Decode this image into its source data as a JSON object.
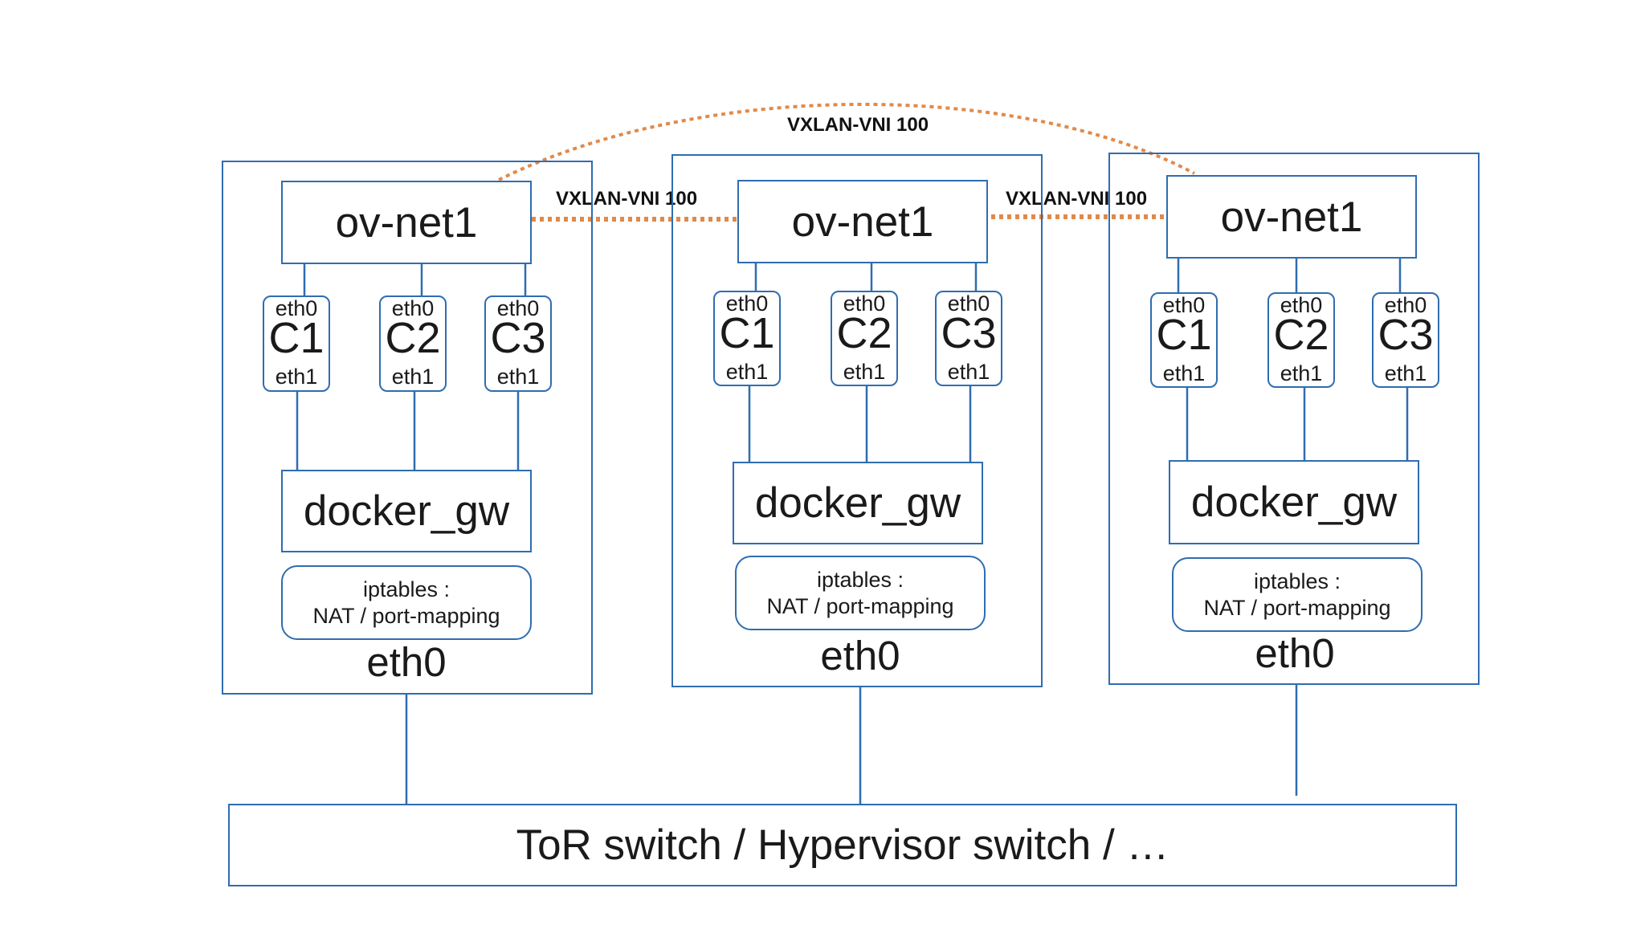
{
  "colors": {
    "line": "#2f6db0",
    "tunnel": "#e08a4a",
    "text": "#1a1a1a"
  },
  "vxlan_labels": {
    "arc": "VXLAN-VNI 100",
    "link_12": "VXLAN-VNI 100",
    "link_23": "VXLAN-VNI 100"
  },
  "hosts": [
    {
      "ovnet": "ov-net1",
      "containers": [
        {
          "name": "C1",
          "eth0": "eth0",
          "eth1": "eth1"
        },
        {
          "name": "C2",
          "eth0": "eth0",
          "eth1": "eth1"
        },
        {
          "name": "C3",
          "eth0": "eth0",
          "eth1": "eth1"
        }
      ],
      "gateway": "docker_gw",
      "iptables_line1": "iptables :",
      "iptables_line2": "NAT / port-mapping",
      "host_eth": "eth0"
    },
    {
      "ovnet": "ov-net1",
      "containers": [
        {
          "name": "C1",
          "eth0": "eth0",
          "eth1": "eth1"
        },
        {
          "name": "C2",
          "eth0": "eth0",
          "eth1": "eth1"
        },
        {
          "name": "C3",
          "eth0": "eth0",
          "eth1": "eth1"
        }
      ],
      "gateway": "docker_gw",
      "iptables_line1": "iptables :",
      "iptables_line2": "NAT / port-mapping",
      "host_eth": "eth0"
    },
    {
      "ovnet": "ov-net1",
      "containers": [
        {
          "name": "C1",
          "eth0": "eth0",
          "eth1": "eth1"
        },
        {
          "name": "C2",
          "eth0": "eth0",
          "eth1": "eth1"
        },
        {
          "name": "C3",
          "eth0": "eth0",
          "eth1": "eth1"
        }
      ],
      "gateway": "docker_gw",
      "iptables_line1": "iptables :",
      "iptables_line2": "NAT / port-mapping",
      "host_eth": "eth0"
    }
  ],
  "switch_label": "ToR switch / Hypervisor switch / …"
}
